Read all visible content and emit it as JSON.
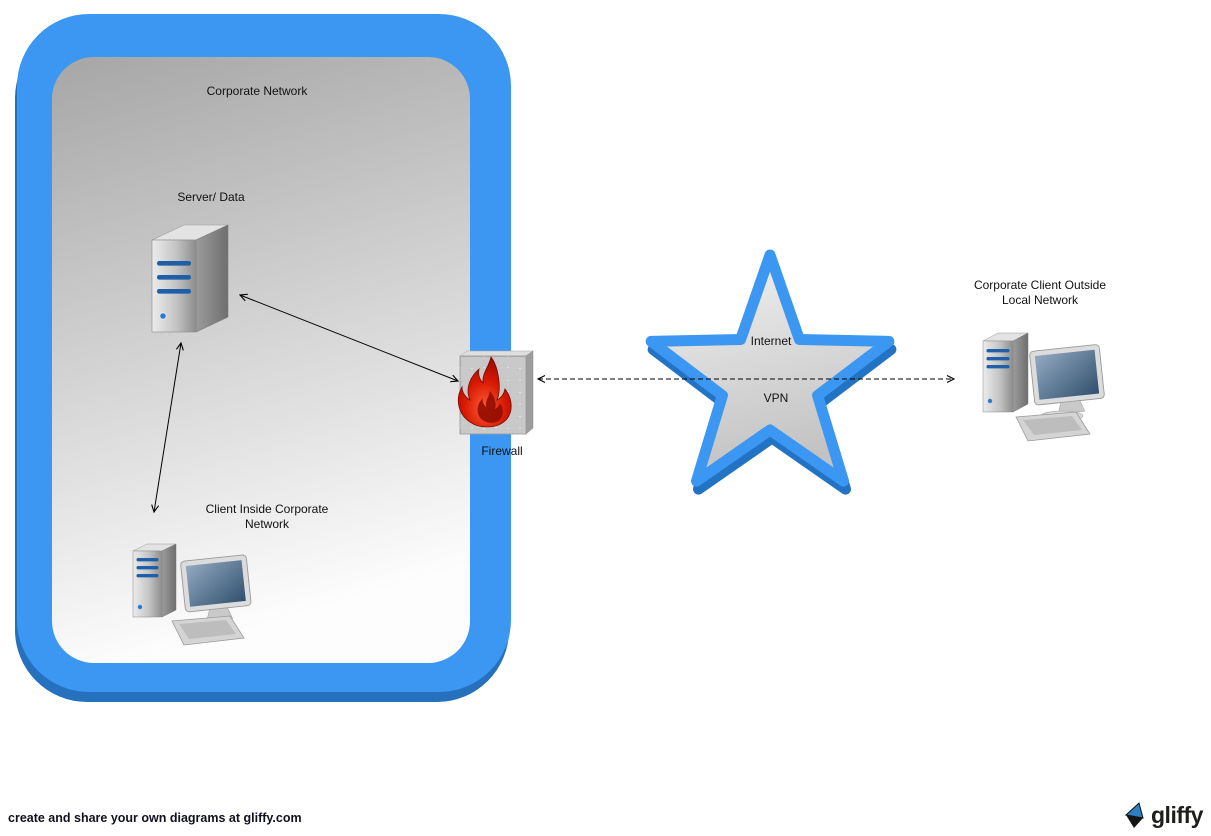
{
  "title": "Corporate network VPN diagram",
  "colors": {
    "accent_blue": "#3B97F2",
    "accent_blue_shadow": "#2571BE",
    "stripe_blue": "#1E5FA8",
    "flame_red": "#D41600",
    "panel_gray_top": "#A6A6A6",
    "panel_gray_bottom": "#FDFDFD"
  },
  "nodes": {
    "corporate_network": {
      "label": "Corporate Network",
      "shape": "rounded-rectangle-container"
    },
    "server": {
      "label": "Server/ Data",
      "icon": "server-tower-icon"
    },
    "client_inside": {
      "label": "Client Inside Corporate Network",
      "icon": "desktop-computer-icon"
    },
    "firewall": {
      "label": "Firewall",
      "icon": "firewall-brick-flame-icon"
    },
    "internet": {
      "label": "Internet",
      "shape": "star"
    },
    "vpn": {
      "label": "VPN"
    },
    "client_outside": {
      "label": "Corporate Client Outside Local Network",
      "icon": "desktop-computer-icon"
    }
  },
  "connections": [
    {
      "from": "server",
      "to": "firewall",
      "style": "solid",
      "bidirectional": true
    },
    {
      "from": "server",
      "to": "client_inside",
      "style": "solid",
      "bidirectional": true
    },
    {
      "from": "firewall",
      "to": "client_outside",
      "style": "dashed",
      "bidirectional": true,
      "via": "internet"
    }
  ],
  "footer": {
    "tagline": "create and share your own diagrams at gliffy.com",
    "logo_text": "gliffy"
  }
}
